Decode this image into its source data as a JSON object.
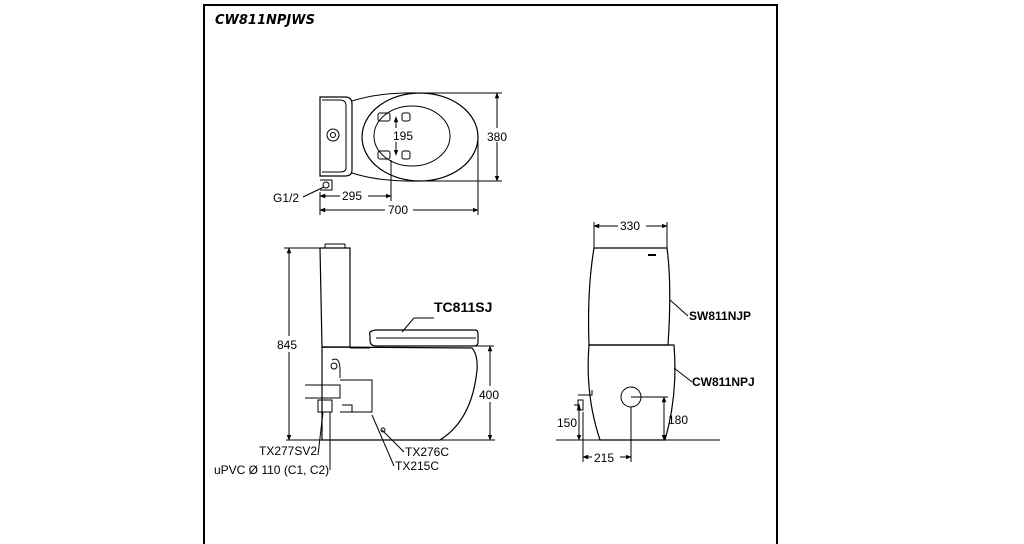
{
  "title": "CW811NPJWS",
  "top_view": {
    "dim_195": "195",
    "dim_380": "380",
    "dim_295": "295",
    "dim_700": "700",
    "label_g12": "G1/2"
  },
  "side_view": {
    "dim_845": "845",
    "dim_400": "400",
    "label_tc811sj": "TC811SJ",
    "label_tx277sv2": "TX277SV2",
    "label_upvc": "uPVC Ø 110 (C1, C2)",
    "label_tx276c": "TX276C",
    "label_tx215c": "TX215C"
  },
  "front_view": {
    "dim_330": "330",
    "dim_150": "150",
    "dim_180": "180",
    "dim_215": "215",
    "label_sw811njp": "SW811NJP",
    "label_cw811npj": "CW811NPJ"
  }
}
